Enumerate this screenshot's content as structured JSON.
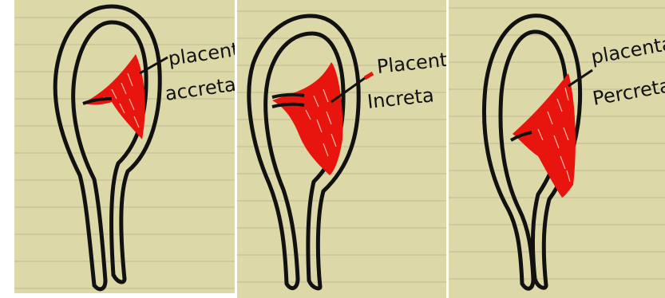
{
  "colors": {
    "paper": "#dcd8a8",
    "rule": "#c9c497",
    "ink": "#111111",
    "tissue": "#e8150f",
    "streak": "#ffb8a8"
  },
  "panels": [
    {
      "label_line1": "placenta",
      "label_line2": "accreta"
    },
    {
      "label_line1": "Placenta",
      "label_line2": "Increta"
    },
    {
      "label_line1": "placenta",
      "label_line2": "Percreta"
    }
  ]
}
